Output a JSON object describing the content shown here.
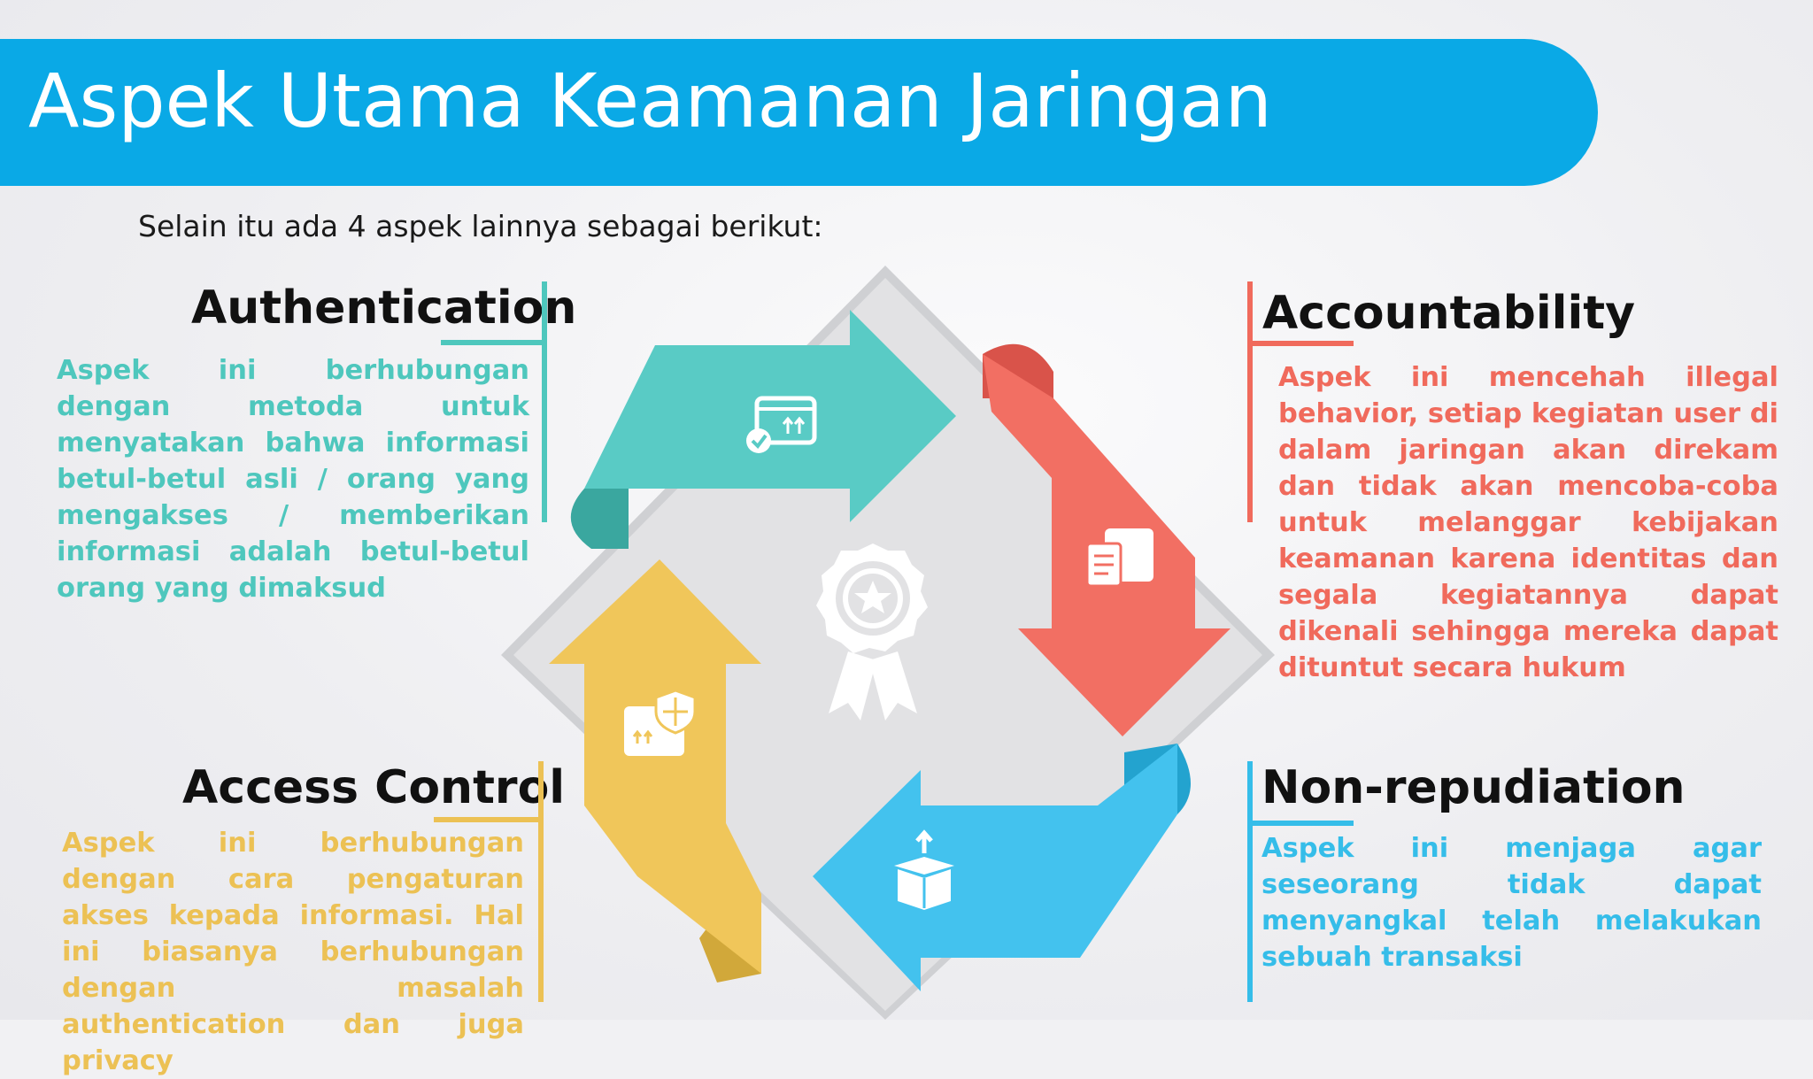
{
  "title": "Aspek Utama Keamanan Jaringan",
  "intro": "Selain itu ada 4 aspek lainnya sebagai berikut:",
  "aspects": {
    "authentication": {
      "heading": "Authentication",
      "text": "Aspek ini berhubungan dengan metoda untuk menyatakan bahwa informasi betul-betul asli / orang yang mengakses / memberikan informasi adalah betul-betul orang yang dimaksud",
      "color": "#4ec7bd",
      "icon": "box-check-icon"
    },
    "accountability": {
      "heading": "Accountability",
      "text": "Aspek ini mencehah illegal behavior, setiap kegiatan user di dalam jaringan akan direkam dan tidak akan mencoba-coba untuk melanggar kebijakan keamanan karena identitas dan segala kegiatannya dapat dikenali sehingga mereka dapat dituntut secara hukum",
      "color": "#f06a5c",
      "icon": "clipboard-box-icon"
    },
    "access_control": {
      "heading": "Access Control",
      "text": "Aspek ini berhubungan dengan cara pengaturan akses kepada informasi. Hal ini biasanya berhubungan dengan masalah authentication dan juga privacy",
      "color": "#ecc154",
      "icon": "box-shield-icon"
    },
    "non_repudiation": {
      "heading": "Non-repudiation",
      "text": "Aspek ini menjaga agar seseorang tidak dapat menyangkal telah melakukan sebuah transaksi",
      "color": "#35bde9",
      "icon": "open-box-icon"
    }
  },
  "center_icon": "award-badge-icon",
  "colors": {
    "title_bar": "#0aa9e6",
    "diamond": "#e2e2e4"
  }
}
